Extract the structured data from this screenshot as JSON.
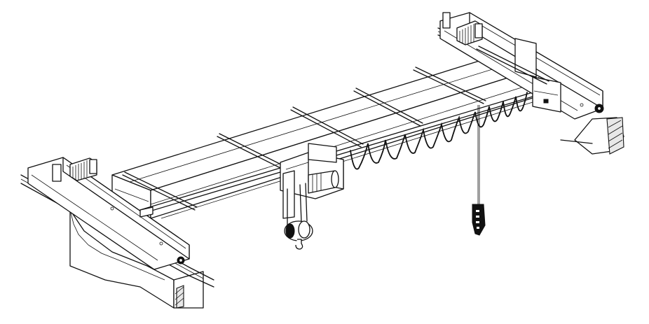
{
  "figure": {
    "subject": "single-girder-overhead-crane",
    "components": [
      "main-girder",
      "end-carriage-left",
      "end-carriage-right",
      "hoist-trolley",
      "hook-block",
      "festoon-cable",
      "pendant-control",
      "runway-rails",
      "travel-motor-left",
      "travel-motor-right",
      "wall-support-left",
      "wall-support-right"
    ]
  },
  "colors": {
    "line": "#111111",
    "fill": "#ffffff",
    "shade": "#e8e8e8"
  },
  "icons": {
    "hook": "hook-icon",
    "pendant": "pendant-icon",
    "motor": "motor-icon"
  }
}
